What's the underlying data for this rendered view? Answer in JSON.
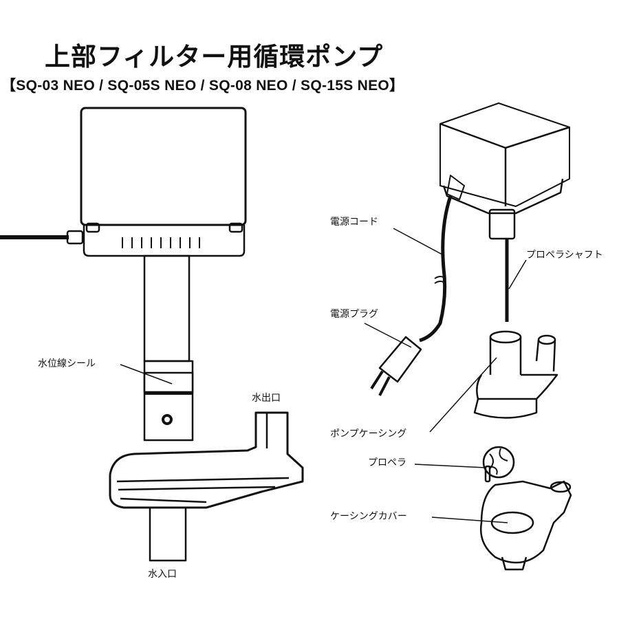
{
  "title": "上部フィルター用循環ポンプ",
  "models": "【SQ-03 NEO / SQ-05S NEO / SQ-08 NEO / SQ-15S NEO】",
  "labels": {
    "power_cord": "電源コード",
    "propeller_shaft": "プロペラシャフト",
    "power_plug": "電源プラグ",
    "waterline_seal": "水位線シール",
    "water_outlet": "水出口",
    "pump_casing": "ポンプケーシング",
    "propeller": "プロペラ",
    "casing_cover": "ケーシングカバー",
    "water_inlet": "水入口"
  }
}
